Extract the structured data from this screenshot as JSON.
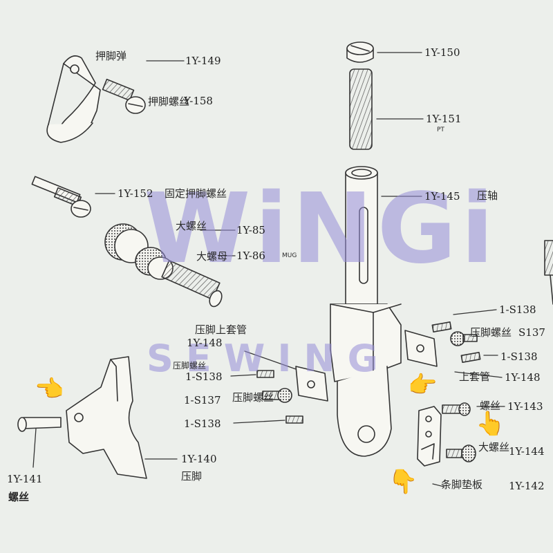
{
  "labels": {
    "p149": "1Y-149",
    "p158": "Y-158",
    "p152": "1Y-152",
    "p85": "1Y-85",
    "p86": "1Y-86",
    "p150": "1Y-150",
    "p151": "1Y-151",
    "p145": "1Y-145",
    "p138a": "1-S138",
    "p137a": "S137",
    "p138b": "1-S138",
    "p148r": "1Y-148",
    "p143": "1Y-143",
    "p144": "1Y-144",
    "p142": "1Y-142",
    "p148l": "1Y-148",
    "p138c": "1-S138",
    "p137b": "1-S137",
    "p138d": "1-S138",
    "p140": "1Y-140",
    "p141": "1Y-141"
  },
  "annotations": {
    "a149": "押脚弹",
    "a158": "押脚螺丝",
    "a152": "固定押脚螺丝",
    "a85": "大螺丝",
    "a86": "大螺母",
    "a145": "压轴",
    "a137a": "压脚螺丝",
    "a148r": "上套管",
    "a143": "螺丝",
    "a144": "大螺丝",
    "a142": "条脚垫板",
    "a148l": "压脚上套管",
    "a138c": "压脚螺丝",
    "a137b": "压脚螺丝",
    "a140": "压脚",
    "a141": "螺丝",
    "small1": "MUG",
    "small2": "PT"
  },
  "watermark": {
    "line1": "WiNGi",
    "line2": "SEWING",
    "color": "#968cd7"
  },
  "pointers": [
    "pointing-hand",
    "pointing-hand",
    "pointing-hand",
    "pointing-hand"
  ]
}
